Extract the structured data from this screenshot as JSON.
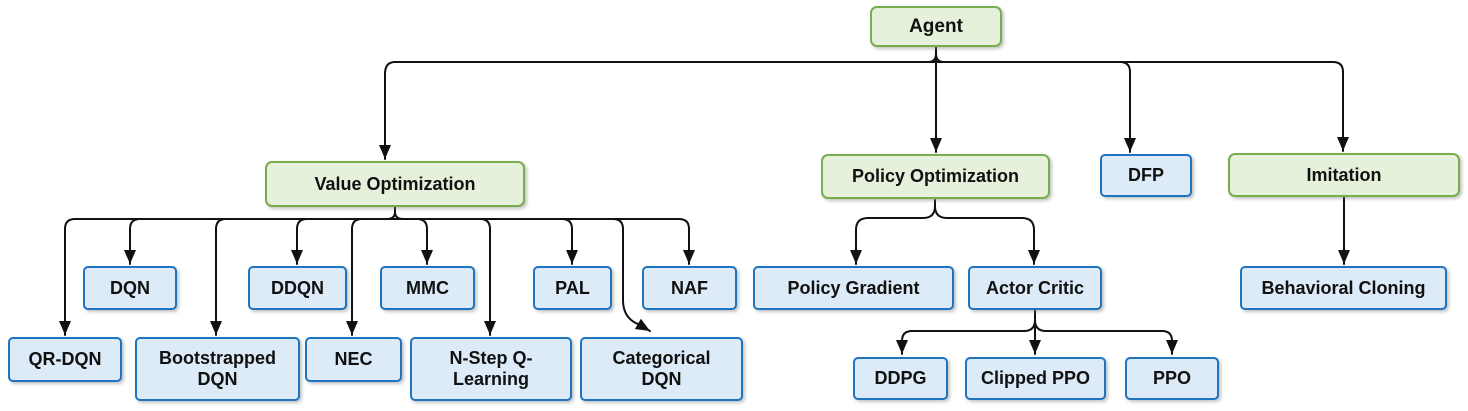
{
  "diagram": {
    "type": "hierarchy-tree",
    "root": "agent"
  },
  "colors": {
    "category_box_fill": "#e6f1dc",
    "category_box_border": "#77ad4b",
    "algorithm_box_fill": "#dcebf7",
    "algorithm_box_border": "#1f74c0",
    "connector_line": "#111111",
    "text": "#111111",
    "background": "#ffffff"
  },
  "nodes": {
    "agent": {
      "label": "Agent",
      "style": "green"
    },
    "value_optimization": {
      "label": "Value Optimization",
      "style": "green"
    },
    "policy_optimization": {
      "label": "Policy Optimization",
      "style": "green"
    },
    "dfp": {
      "label": "DFP",
      "style": "blue"
    },
    "imitation": {
      "label": "Imitation",
      "style": "green"
    },
    "dqn": {
      "label": "DQN",
      "style": "blue"
    },
    "ddqn": {
      "label": "DDQN",
      "style": "blue"
    },
    "mmc": {
      "label": "MMC",
      "style": "blue"
    },
    "pal": {
      "label": "PAL",
      "style": "blue"
    },
    "naf": {
      "label": "NAF",
      "style": "blue"
    },
    "qr_dqn": {
      "label": "QR-DQN",
      "style": "blue"
    },
    "bootstrapped_dqn": {
      "label": "Bootstrapped DQN",
      "style": "blue"
    },
    "nec": {
      "label": "NEC",
      "style": "blue"
    },
    "n_step_q_learning": {
      "label": "N-Step Q-Learning",
      "style": "blue"
    },
    "categorical_dqn": {
      "label": "Categorical DQN",
      "style": "blue"
    },
    "policy_gradient": {
      "label": "Policy Gradient",
      "style": "blue"
    },
    "actor_critic": {
      "label": "Actor Critic",
      "style": "blue"
    },
    "ddpg": {
      "label": "DDPG",
      "style": "blue"
    },
    "clipped_ppo": {
      "label": "Clipped PPO",
      "style": "blue"
    },
    "ppo": {
      "label": "PPO",
      "style": "blue"
    },
    "behavioral_cloning": {
      "label": "Behavioral Cloning",
      "style": "blue"
    }
  },
  "edges": [
    {
      "from": "agent",
      "to": "value_optimization"
    },
    {
      "from": "agent",
      "to": "policy_optimization"
    },
    {
      "from": "agent",
      "to": "dfp"
    },
    {
      "from": "agent",
      "to": "imitation"
    },
    {
      "from": "value_optimization",
      "to": "qr_dqn"
    },
    {
      "from": "value_optimization",
      "to": "dqn"
    },
    {
      "from": "value_optimization",
      "to": "bootstrapped_dqn"
    },
    {
      "from": "value_optimization",
      "to": "ddqn"
    },
    {
      "from": "value_optimization",
      "to": "nec"
    },
    {
      "from": "value_optimization",
      "to": "mmc"
    },
    {
      "from": "value_optimization",
      "to": "n_step_q_learning"
    },
    {
      "from": "value_optimization",
      "to": "pal"
    },
    {
      "from": "value_optimization",
      "to": "categorical_dqn"
    },
    {
      "from": "value_optimization",
      "to": "naf"
    },
    {
      "from": "policy_optimization",
      "to": "policy_gradient"
    },
    {
      "from": "policy_optimization",
      "to": "actor_critic"
    },
    {
      "from": "actor_critic",
      "to": "ddpg"
    },
    {
      "from": "actor_critic",
      "to": "clipped_ppo"
    },
    {
      "from": "actor_critic",
      "to": "ppo"
    },
    {
      "from": "imitation",
      "to": "behavioral_cloning"
    }
  ]
}
